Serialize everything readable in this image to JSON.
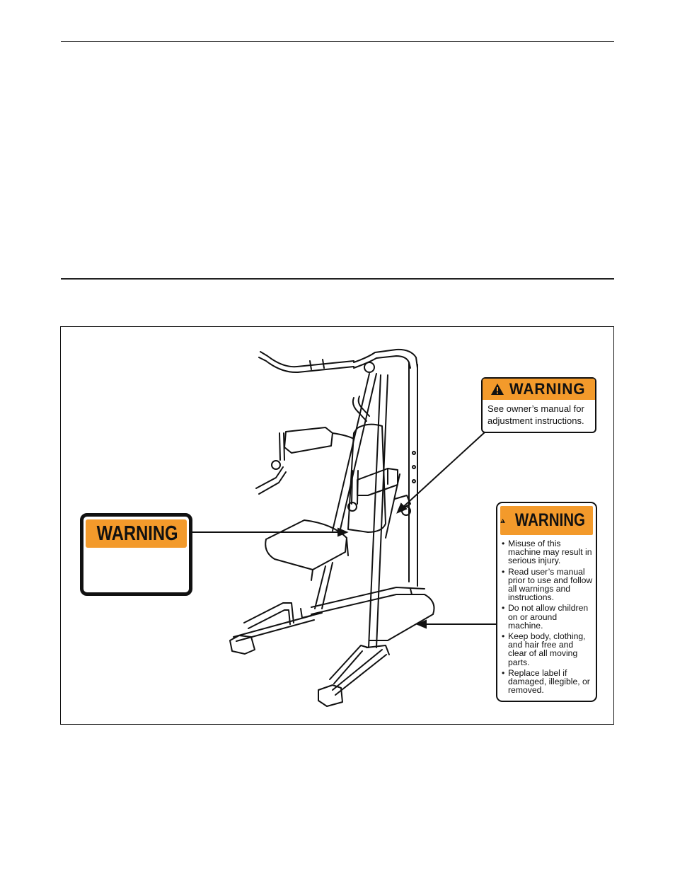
{
  "colors": {
    "warning_orange": "#f39a2b",
    "ink": "#111111"
  },
  "labels": {
    "adjust": {
      "icon": "warning-triangle-icon",
      "heading": "WARNING",
      "text_line1": "See owner’s manual for",
      "text_line2": "adjustment instructions."
    },
    "seat": {
      "icon": "warning-triangle-icon",
      "heading": "WARNING"
    },
    "misuse": {
      "icon": "warning-triangle-icon",
      "heading": "WARNING",
      "items": [
        "Misuse of this machine may result in serious injury.",
        "Read user’s manual prior to use and follow all warnings and instructions.",
        "Do not allow children on or around machine.",
        "Keep body, clothing, and hair free and clear of all moving parts.",
        "Replace label if damaged, illegible, or removed."
      ]
    }
  }
}
